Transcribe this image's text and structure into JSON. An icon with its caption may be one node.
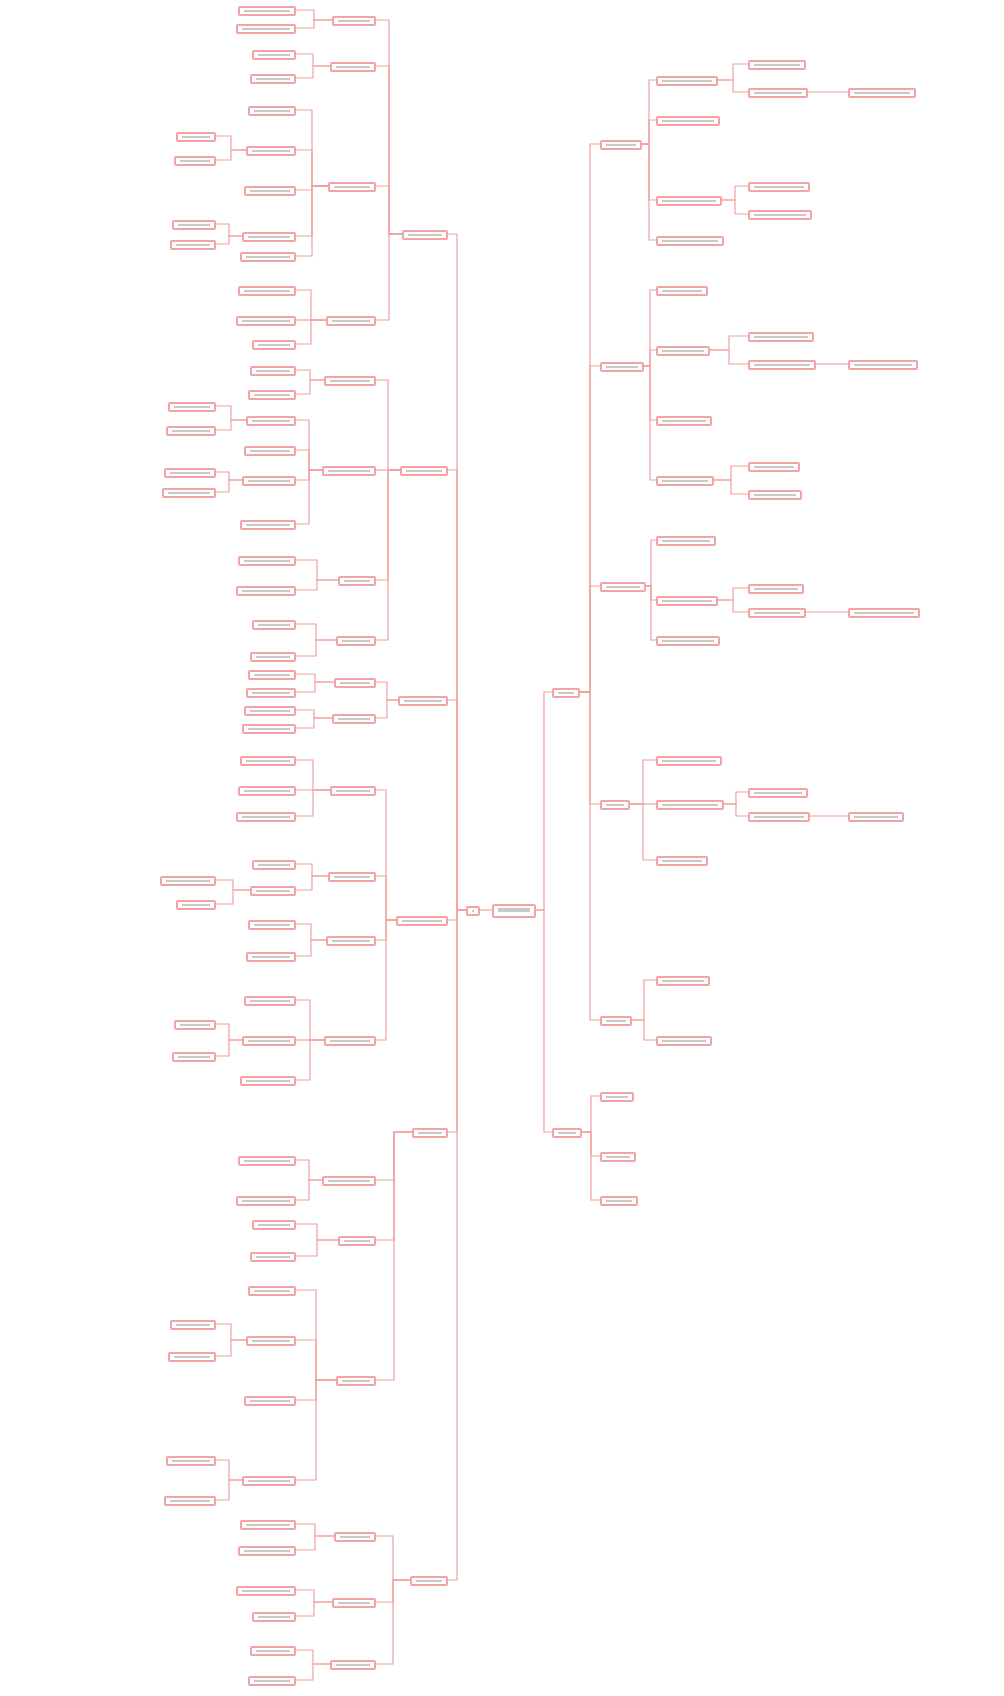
{
  "diagram": {
    "nodes": [
      {
        "text": [],
        "shape": "box"
      },
      {
        "text": [],
        "shape": "box"
      },
      {
        "text": [],
        "shape": "box"
      },
      {
        "text": [],
        "shape": "box"
      },
      {
        "text": [],
        "shape": "box"
      },
      {
        "text": [],
        "shape": "box"
      },
      {
        "text": [],
        "shape": "box"
      },
      {
        "text": [],
        "shape": "box"
      },
      {
        "text": [],
        "shape": "box"
      },
      {
        "text": [],
        "shape": "box"
      },
      {
        "text": [],
        "shape": "box"
      },
      {
        "text": [],
        "shape": "box"
      },
      {
        "text": [],
        "shape": "box"
      },
      {
        "text": [],
        "shape": "box"
      },
      {
        "text": [],
        "shape": "box"
      },
      {
        "text": [],
        "shape": "box"
      },
      {
        "text": [],
        "shape": "box"
      },
      {
        "text": [],
        "shape": "box"
      },
      {
        "text": [],
        "shape": "box"
      },
      {
        "text": [],
        "shape": "box"
      },
      {
        "text": [],
        "shape": "box"
      },
      {
        "text": [],
        "shape": "box"
      },
      {
        "text": [],
        "shape": "box"
      },
      {
        "text": [],
        "shape": "box"
      },
      {
        "text": [],
        "shape": "box"
      },
      {
        "text": [],
        "shape": "box"
      },
      {
        "text": [],
        "shape": "box"
      },
      {
        "text": [],
        "shape": "box"
      },
      {
        "text": [],
        "shape": "box"
      },
      {
        "text": [],
        "shape": "box"
      },
      {
        "text": [],
        "shape": "box"
      },
      {
        "text": [],
        "shape": "box"
      },
      {
        "text": [],
        "shape": "box"
      },
      {
        "text": [],
        "shape": "box"
      },
      {
        "text": [],
        "shape": "box"
      },
      {
        "text": [],
        "shape": "box"
      },
      {
        "text": [],
        "shape": "box"
      },
      {
        "text": [],
        "shape": "box"
      },
      {
        "text": [],
        "shape": "box"
      },
      {
        "text": [],
        "shape": "box"
      },
      {
        "text": [],
        "shape": "box"
      },
      {
        "text": [],
        "shape": "box"
      },
      {
        "text": [],
        "shape": "box"
      },
      {
        "text": [],
        "shape": "box"
      },
      {
        "text": [],
        "shape": "box"
      },
      {
        "text": [],
        "shape": "box"
      },
      {
        "text": [],
        "shape": "box"
      },
      {
        "text": [],
        "shape": "box"
      },
      {
        "text": [],
        "shape": "box"
      },
      {
        "text": [],
        "shape": "box"
      },
      {
        "text": [],
        "shape": "box"
      },
      {
        "text": [],
        "shape": "box"
      },
      {
        "text": [],
        "shape": "box"
      },
      {
        "text": [],
        "shape": "box"
      },
      {
        "text": [],
        "shape": "box"
      },
      {
        "text": [],
        "shape": "box"
      },
      {
        "text": [],
        "shape": "box"
      },
      {
        "text": [],
        "shape": "box"
      },
      {
        "text": [],
        "shape": "box"
      },
      {
        "text": [],
        "shape": "box"
      },
      {
        "text": [],
        "shape": "box"
      },
      {
        "text": [],
        "shape": "box"
      },
      {
        "text": [],
        "shape": "box"
      },
      {
        "text": [],
        "shape": "box"
      },
      {
        "text": [],
        "shape": "box"
      },
      {
        "text": [],
        "shape": "box"
      },
      {
        "text": [],
        "shape": "box"
      },
      {
        "text": [],
        "shape": "box"
      },
      {
        "text": [],
        "shape": "box"
      },
      {
        "text": [],
        "shape": "box"
      },
      {
        "text": [],
        "shape": "box"
      },
      {
        "text": [],
        "shape": "box"
      },
      {
        "text": [],
        "shape": "box"
      },
      {
        "text": [],
        "shape": "box"
      },
      {
        "text": [],
        "shape": "box"
      },
      {
        "text": [],
        "shape": "box"
      },
      {
        "text": [],
        "shape": "box"
      },
      {
        "text": [],
        "shape": "box"
      },
      {
        "text": [],
        "shape": "box"
      },
      {
        "text": [],
        "shape": "box"
      },
      {
        "text": [],
        "shape": "box"
      },
      {
        "text": [],
        "shape": "box"
      },
      {
        "text": [],
        "shape": "box"
      },
      {
        "text": [],
        "shape": "box"
      },
      {
        "text": [],
        "shape": "box"
      },
      {
        "text": [],
        "shape": "box"
      },
      {
        "text": [],
        "shape": "box"
      },
      {
        "text": [],
        "shape": "box"
      },
      {
        "text": [],
        "shape": "box"
      },
      {
        "text": [],
        "shape": "box"
      },
      {
        "text": [],
        "shape": "box"
      },
      {
        "text": [],
        "shape": "box"
      },
      {
        "text": [],
        "shape": "box"
      },
      {
        "text": [],
        "shape": "box"
      },
      {
        "text": [],
        "shape": "box"
      },
      {
        "text": [],
        "shape": "box"
      },
      {
        "text": [],
        "shape": "box"
      },
      {
        "text": [],
        "shape": "box"
      },
      {
        "text": [],
        "shape": "box"
      },
      {
        "text": [],
        "shape": "box"
      },
      {
        "text": [],
        "shape": "box"
      },
      {
        "text": [],
        "shape": "box"
      },
      {
        "text": [],
        "shape": "box"
      },
      {
        "text": [],
        "shape": "box"
      },
      {
        "text": [],
        "shape": "box"
      },
      {
        "text": [],
        "shape": "box"
      },
      {
        "text": [],
        "shape": "box"
      },
      {
        "text": [],
        "shape": "box"
      },
      {
        "text": [],
        "shape": "box"
      },
      {
        "text": [],
        "shape": "box"
      },
      {
        "text": [],
        "shape": "box"
      },
      {
        "text": [],
        "shape": "box"
      },
      {
        "text": [],
        "shape": "box"
      },
      {
        "text": [],
        "shape": "box"
      },
      {
        "text": [],
        "shape": "box"
      },
      {
        "text": [],
        "shape": "box"
      },
      {
        "text": [],
        "shape": "box"
      },
      {
        "text": [],
        "shape": "box"
      },
      {
        "text": [],
        "shape": "box"
      },
      {
        "text": [],
        "shape": "box"
      },
      {
        "text": [],
        "shape": "box"
      },
      {
        "text": [],
        "shape": "box"
      },
      {
        "text": [],
        "shape": "box"
      },
      {
        "text": [],
        "shape": "box"
      },
      {
        "text": [],
        "shape": "box"
      },
      {
        "text": [],
        "shape": "box"
      },
      {
        "text": [],
        "shape": "box"
      },
      {
        "text": [],
        "shape": "box"
      },
      {
        "text": [],
        "shape": "box"
      },
      {
        "text": [],
        "shape": "box"
      },
      {
        "text": [],
        "shape": "box"
      },
      {
        "text": [],
        "shape": "box"
      },
      {
        "text": [],
        "shape": "box"
      },
      {
        "text": [],
        "shape": "box"
      },
      {
        "text": [],
        "shape": "box"
      },
      {
        "text": [],
        "shape": "box"
      }
    ],
    "edges": [
      {
        "from": 93,
        "to": 92,
        "arrow": "none"
      },
      {
        "from": 93,
        "to": 94,
        "arrow": "none"
      },
      {
        "from": 93,
        "to": 95,
        "arrow": "none"
      },
      {
        "from": 92,
        "to": 86,
        "arrow": "none"
      },
      {
        "from": 92,
        "to": 87,
        "arrow": "none"
      },
      {
        "from": 92,
        "to": 88,
        "arrow": "none"
      },
      {
        "from": 92,
        "to": 89,
        "arrow": "none"
      },
      {
        "from": 92,
        "to": 90,
        "arrow": "none"
      },
      {
        "from": 92,
        "to": 91,
        "arrow": "none"
      },
      {
        "from": 86,
        "to": 66,
        "arrow": "none"
      },
      {
        "from": 86,
        "to": 67,
        "arrow": "none"
      },
      {
        "from": 86,
        "to": 68,
        "arrow": "none"
      },
      {
        "from": 86,
        "to": 69,
        "arrow": "none"
      },
      {
        "from": 87,
        "to": 70,
        "arrow": "none"
      },
      {
        "from": 87,
        "to": 71,
        "arrow": "none"
      },
      {
        "from": 87,
        "to": 72,
        "arrow": "none"
      },
      {
        "from": 87,
        "to": 73,
        "arrow": "none"
      },
      {
        "from": 88,
        "to": 74,
        "arrow": "none"
      },
      {
        "from": 88,
        "to": 75,
        "arrow": "none"
      },
      {
        "from": 89,
        "to": 76,
        "arrow": "none"
      },
      {
        "from": 89,
        "to": 77,
        "arrow": "none"
      },
      {
        "from": 89,
        "to": 78,
        "arrow": "none"
      },
      {
        "from": 89,
        "to": 79,
        "arrow": "none"
      },
      {
        "from": 90,
        "to": 80,
        "arrow": "none"
      },
      {
        "from": 90,
        "to": 81,
        "arrow": "none"
      },
      {
        "from": 90,
        "to": 82,
        "arrow": "none"
      },
      {
        "from": 91,
        "to": 83,
        "arrow": "none"
      },
      {
        "from": 91,
        "to": 84,
        "arrow": "none"
      },
      {
        "from": 91,
        "to": 85,
        "arrow": "none"
      },
      {
        "from": 66,
        "to": 16,
        "arrow": "none"
      },
      {
        "from": 66,
        "to": 17,
        "arrow": "none"
      },
      {
        "from": 67,
        "to": 18,
        "arrow": "none"
      },
      {
        "from": 67,
        "to": 19,
        "arrow": "none"
      },
      {
        "from": 68,
        "to": 20,
        "arrow": "none"
      },
      {
        "from": 68,
        "to": 21,
        "arrow": "none"
      },
      {
        "from": 68,
        "to": 22,
        "arrow": "none"
      },
      {
        "from": 68,
        "to": 23,
        "arrow": "none"
      },
      {
        "from": 68,
        "to": 24,
        "arrow": "none"
      },
      {
        "from": 69,
        "to": 25,
        "arrow": "none"
      },
      {
        "from": 69,
        "to": 26,
        "arrow": "none"
      },
      {
        "from": 69,
        "to": 27,
        "arrow": "none"
      },
      {
        "from": 70,
        "to": 28,
        "arrow": "none"
      },
      {
        "from": 70,
        "to": 29,
        "arrow": "none"
      },
      {
        "from": 71,
        "to": 30,
        "arrow": "none"
      },
      {
        "from": 71,
        "to": 31,
        "arrow": "none"
      },
      {
        "from": 71,
        "to": 32,
        "arrow": "none"
      },
      {
        "from": 71,
        "to": 33,
        "arrow": "none"
      },
      {
        "from": 72,
        "to": 34,
        "arrow": "none"
      },
      {
        "from": 72,
        "to": 35,
        "arrow": "none"
      },
      {
        "from": 73,
        "to": 36,
        "arrow": "none"
      },
      {
        "from": 73,
        "to": 37,
        "arrow": "none"
      },
      {
        "from": 74,
        "to": 38,
        "arrow": "none"
      },
      {
        "from": 74,
        "to": 39,
        "arrow": "none"
      },
      {
        "from": 75,
        "to": 40,
        "arrow": "none"
      },
      {
        "from": 75,
        "to": 41,
        "arrow": "none"
      },
      {
        "from": 76,
        "to": 42,
        "arrow": "none"
      },
      {
        "from": 76,
        "to": 43,
        "arrow": "none"
      },
      {
        "from": 76,
        "to": 44,
        "arrow": "none"
      },
      {
        "from": 77,
        "to": 45,
        "arrow": "none"
      },
      {
        "from": 77,
        "to": 46,
        "arrow": "none"
      },
      {
        "from": 78,
        "to": 47,
        "arrow": "none"
      },
      {
        "from": 78,
        "to": 48,
        "arrow": "none"
      },
      {
        "from": 79,
        "to": 49,
        "arrow": "none"
      },
      {
        "from": 79,
        "to": 50,
        "arrow": "none"
      },
      {
        "from": 79,
        "to": 51,
        "arrow": "none"
      },
      {
        "from": 80,
        "to": 52,
        "arrow": "none"
      },
      {
        "from": 80,
        "to": 53,
        "arrow": "none"
      },
      {
        "from": 81,
        "to": 54,
        "arrow": "none"
      },
      {
        "from": 81,
        "to": 55,
        "arrow": "none"
      },
      {
        "from": 82,
        "to": 56,
        "arrow": "none"
      },
      {
        "from": 82,
        "to": 57,
        "arrow": "none"
      },
      {
        "from": 82,
        "to": 58,
        "arrow": "none"
      },
      {
        "from": 82,
        "to": 59,
        "arrow": "none"
      },
      {
        "from": 83,
        "to": 60,
        "arrow": "none"
      },
      {
        "from": 83,
        "to": 61,
        "arrow": "none"
      },
      {
        "from": 84,
        "to": 62,
        "arrow": "none"
      },
      {
        "from": 84,
        "to": 63,
        "arrow": "none"
      },
      {
        "from": 85,
        "to": 64,
        "arrow": "none"
      },
      {
        "from": 85,
        "to": 65,
        "arrow": "none"
      },
      {
        "from": 21,
        "to": 0,
        "arrow": "none"
      },
      {
        "from": 21,
        "to": 1,
        "arrow": "none"
      },
      {
        "from": 23,
        "to": 2,
        "arrow": "none"
      },
      {
        "from": 23,
        "to": 3,
        "arrow": "none"
      },
      {
        "from": 30,
        "to": 4,
        "arrow": "none"
      },
      {
        "from": 30,
        "to": 5,
        "arrow": "none"
      },
      {
        "from": 32,
        "to": 6,
        "arrow": "none"
      },
      {
        "from": 32,
        "to": 7,
        "arrow": "none"
      },
      {
        "from": 46,
        "to": 8,
        "arrow": "none"
      },
      {
        "from": 46,
        "to": 9,
        "arrow": "none"
      },
      {
        "from": 50,
        "to": 10,
        "arrow": "none"
      },
      {
        "from": 50,
        "to": 11,
        "arrow": "none"
      },
      {
        "from": 57,
        "to": 12,
        "arrow": "none"
      },
      {
        "from": 57,
        "to": 13,
        "arrow": "none"
      },
      {
        "from": 59,
        "to": 14,
        "arrow": "none"
      },
      {
        "from": 59,
        "to": 15,
        "arrow": "none"
      },
      {
        "from": 94,
        "to": 96,
        "arrow": "none"
      },
      {
        "from": 94,
        "to": 97,
        "arrow": "none"
      },
      {
        "from": 94,
        "to": 98,
        "arrow": "none"
      },
      {
        "from": 94,
        "to": 99,
        "arrow": "none"
      },
      {
        "from": 94,
        "to": 100,
        "arrow": "none"
      },
      {
        "from": 95,
        "to": 101,
        "arrow": "none"
      },
      {
        "from": 95,
        "to": 102,
        "arrow": "none"
      },
      {
        "from": 95,
        "to": 103,
        "arrow": "none"
      },
      {
        "from": 96,
        "to": 104,
        "arrow": "none"
      },
      {
        "from": 96,
        "to": 105,
        "arrow": "none"
      },
      {
        "from": 96,
        "to": 106,
        "arrow": "none"
      },
      {
        "from": 96,
        "to": 107,
        "arrow": "none"
      },
      {
        "from": 97,
        "to": 108,
        "arrow": "none"
      },
      {
        "from": 97,
        "to": 109,
        "arrow": "none"
      },
      {
        "from": 97,
        "to": 110,
        "arrow": "none"
      },
      {
        "from": 97,
        "to": 111,
        "arrow": "none"
      },
      {
        "from": 98,
        "to": 112,
        "arrow": "none"
      },
      {
        "from": 98,
        "to": 113,
        "arrow": "none"
      },
      {
        "from": 98,
        "to": 114,
        "arrow": "none"
      },
      {
        "from": 99,
        "to": 115,
        "arrow": "none"
      },
      {
        "from": 99,
        "to": 116,
        "arrow": "none"
      },
      {
        "from": 99,
        "to": 117,
        "arrow": "none"
      },
      {
        "from": 100,
        "to": 118,
        "arrow": "none"
      },
      {
        "from": 100,
        "to": 119,
        "arrow": "none"
      },
      {
        "from": 104,
        "to": 120,
        "arrow": "none"
      },
      {
        "from": 104,
        "to": 121,
        "arrow": "none"
      },
      {
        "from": 106,
        "to": 122,
        "arrow": "none"
      },
      {
        "from": 106,
        "to": 123,
        "arrow": "none"
      },
      {
        "from": 109,
        "to": 124,
        "arrow": "none"
      },
      {
        "from": 109,
        "to": 125,
        "arrow": "none"
      },
      {
        "from": 111,
        "to": 126,
        "arrow": "none"
      },
      {
        "from": 111,
        "to": 127,
        "arrow": "none"
      },
      {
        "from": 113,
        "to": 128,
        "arrow": "none"
      },
      {
        "from": 113,
        "to": 129,
        "arrow": "none"
      },
      {
        "from": 116,
        "to": 130,
        "arrow": "none"
      },
      {
        "from": 116,
        "to": 131,
        "arrow": "none"
      },
      {
        "from": 121,
        "to": 132,
        "arrow": "none"
      },
      {
        "from": 125,
        "to": 133,
        "arrow": "none"
      },
      {
        "from": 129,
        "to": 134,
        "arrow": "none"
      },
      {
        "from": 131,
        "to": 135,
        "arrow": "none"
      }
    ]
  }
}
